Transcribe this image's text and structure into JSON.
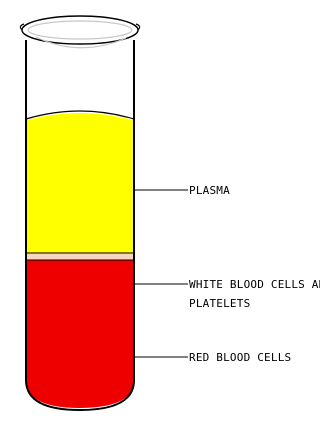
{
  "diagram": {
    "labels": {
      "plasma": "PLASMA",
      "wbc_line1": "WHITE BLOOD CELLS AND",
      "wbc_line2": "PLATELETS",
      "rbc": "RED BLOOD CELLS"
    },
    "colors": {
      "plasma": "#ffff00",
      "buffy_coat": "#f7d6c2",
      "red_cells": "#ee0000",
      "tube_outline": "#000000",
      "rim_shadow": "#c8c8c8",
      "background": "#ffffff"
    },
    "layer_fractions": {
      "plasma": 0.43,
      "buffy_coat": 0.015,
      "red_cells": 0.555
    }
  }
}
